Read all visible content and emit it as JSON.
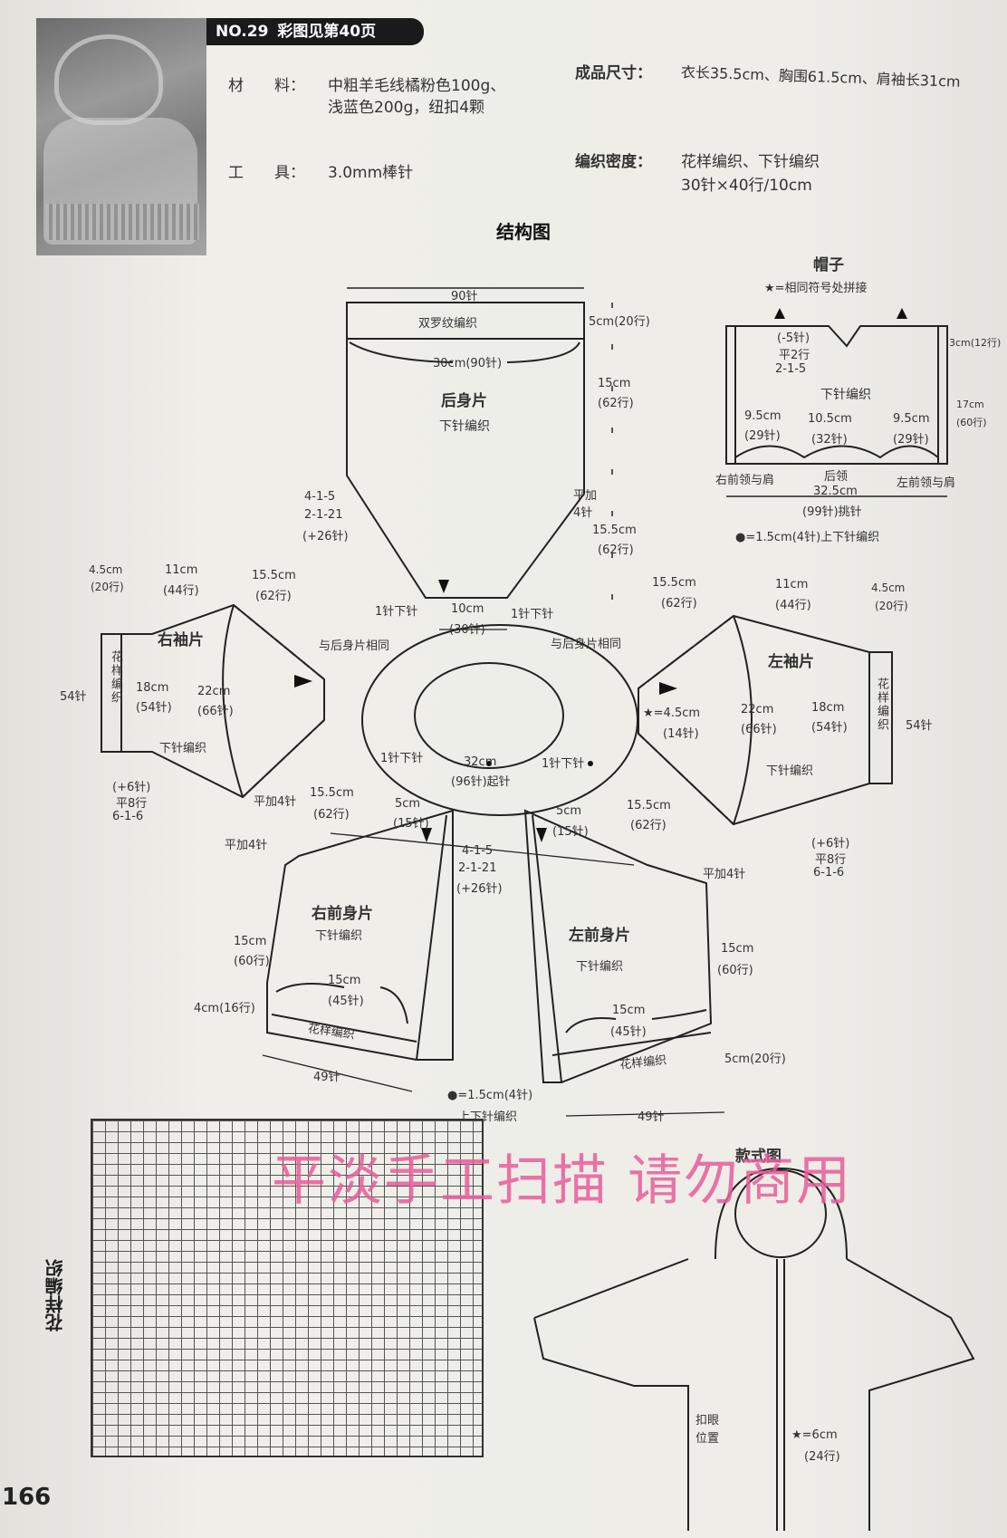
{
  "header": {
    "number": "NO.29",
    "color_ref": "彩图见第40页"
  },
  "materials": {
    "label": "材　　料：",
    "line1": "中粗羊毛线橘粉色100g、",
    "line2": "浅蓝色200g，纽扣4颗"
  },
  "tools": {
    "label": "工　　具：",
    "value": "3.0mm棒针"
  },
  "size": {
    "label": "成品尺寸：",
    "value": "衣长35.5cm、胸围61.5cm、肩袖长31cm"
  },
  "gauge": {
    "label": "编织密度：",
    "line1": "花样编织、下针编织",
    "line2": "30针×40行/10cm"
  },
  "diagram_title": "结构图",
  "back": {
    "top_width": "90针",
    "rib": "双罗纹编织",
    "rib_h": "5cm(20行)",
    "width_cm": "30cm(90针)",
    "name": "后身片",
    "stitch": "下针编织",
    "h1": "15cm",
    "h1r": "(62行)",
    "h2": "15.5cm",
    "h2r": "(62行)",
    "raglan": [
      "4-1-5",
      "2-1-21",
      "(+26针)"
    ],
    "addlabel": "平加",
    "addcount": "4针",
    "one_stitch_l": "1针下针",
    "one_stitch_r": "1针下针",
    "neck_cm": "10cm",
    "neck_st": "(30针)"
  },
  "hood": {
    "title": "帽子",
    "legend": "★=相同符号处拼接",
    "decrease": [
      "(-5针)",
      "平2行",
      "2-1-5"
    ],
    "stitch": "下针编织",
    "h_top": "3cm(12行)",
    "h_side": "17cm",
    "h_side_r": "(60行)",
    "s1": "9.5cm",
    "s1r": "(29针)",
    "s2": "10.5cm",
    "s2r": "(32针)",
    "s3": "9.5cm",
    "s3r": "(29针)",
    "right_neck": "右前领与肩",
    "back_neck": "后领",
    "left_neck": "左前领与肩",
    "total": "32.5cm",
    "total_r": "(99针)挑针",
    "note": "●=1.5cm(4针)上下针编织"
  },
  "right_sleeve": {
    "name": "右袖片",
    "d1": "4.5cm",
    "d1r": "(20行)",
    "d2": "11cm",
    "d2r": "(44行)",
    "d3": "15.5cm",
    "d3r": "(62行)",
    "same": "与后身片相同",
    "cuff": "花样编织",
    "w1": "18cm",
    "w1r": "(54针)",
    "w2": "22cm",
    "w2r": "(66针)",
    "stitch": "下针编织",
    "cuff_st": "54针",
    "inc": [
      "(+6针)",
      "平8行",
      "6-1-6"
    ],
    "add": "平加4针"
  },
  "left_sleeve": {
    "name": "左袖片",
    "d1": "15.5cm",
    "d1r": "(62行)",
    "d2": "11cm",
    "d2r": "(44行)",
    "d3": "4.5cm",
    "d3r": "(20行)",
    "same": "与后身片相同",
    "star": "★=4.5cm",
    "star_r": "(14针)",
    "w1": "22cm",
    "w1r": "(66针)",
    "w2": "18cm",
    "w2r": "(54针)",
    "stitch": "下针编织",
    "cuff": "花样编织",
    "cuff_st": "54针",
    "inc": [
      "(+6针)",
      "平8行",
      "6-1-6"
    ]
  },
  "collar": {
    "one_l": "1针下针",
    "one_r": "1针下针",
    "neck_cm": "32cm",
    "neck_st": "(96针)起针"
  },
  "right_front": {
    "name": "右前身片",
    "stitch": "下针编织",
    "add": "平加4针",
    "d1": "15.5cm",
    "d1r": "(62行)",
    "d2": "5cm",
    "d2r": "(15针)",
    "h": "15cm",
    "hr": "(60行)",
    "w": "15cm",
    "wr": "(45针)",
    "rib_h": "4cm(16行)",
    "band": "花样编织",
    "total": "49针"
  },
  "left_front": {
    "name": "左前身片",
    "stitch": "下针编织",
    "add": "平加4针",
    "d1": "15.5cm",
    "d1r": "(62行)",
    "d2": "5cm",
    "d2r": "(15针)",
    "h": "15cm",
    "hr": "(60行)",
    "w": "15cm",
    "wr": "(45针)",
    "rib_h": "5cm(20行)",
    "band": "花样编织",
    "total": "49针"
  },
  "center_raglan": [
    "4-1-5",
    "2-1-21",
    "(+26针)"
  ],
  "front_note": [
    "●=1.5cm(4针)",
    "上下针编织"
  ],
  "chart_label": "花样编织",
  "style_title": "款式图",
  "style_button": [
    "扣眼",
    "位置"
  ],
  "style_star": "★=6cm",
  "style_star_r": "(24行)",
  "watermark": "平淡手工扫描 请勿商用",
  "page_number": "166"
}
